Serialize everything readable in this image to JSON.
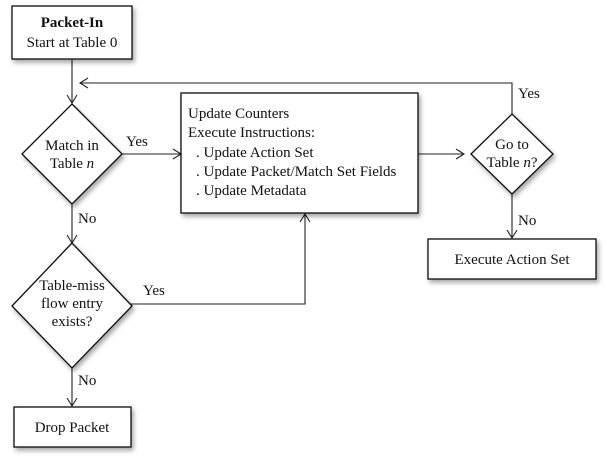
{
  "nodes": {
    "packet_in": {
      "title": "Packet-In",
      "subtitle": "Start at Table 0"
    },
    "match": {
      "line1": "Match in",
      "line2_prefix": "Table ",
      "line2_var": "n"
    },
    "update": {
      "lines": [
        "Update Counters",
        "Execute Instructions:",
        ". Update Action Set",
        ". Update Packet/Match Set Fields",
        ". Update Metadata"
      ]
    },
    "goto": {
      "line1": "Go to",
      "line2_prefix": "Table ",
      "line2_var": "n",
      "line2_suffix": "?"
    },
    "table_miss": {
      "line1": "Table-miss",
      "line2": "flow entry",
      "line3": "exists?"
    },
    "execute": {
      "label": "Execute Action Set"
    },
    "drop": {
      "label": "Drop Packet"
    }
  },
  "edges": {
    "match_yes": "Yes",
    "match_no": "No",
    "miss_yes": "Yes",
    "miss_no": "No",
    "goto_yes": "Yes",
    "goto_no": "No"
  }
}
